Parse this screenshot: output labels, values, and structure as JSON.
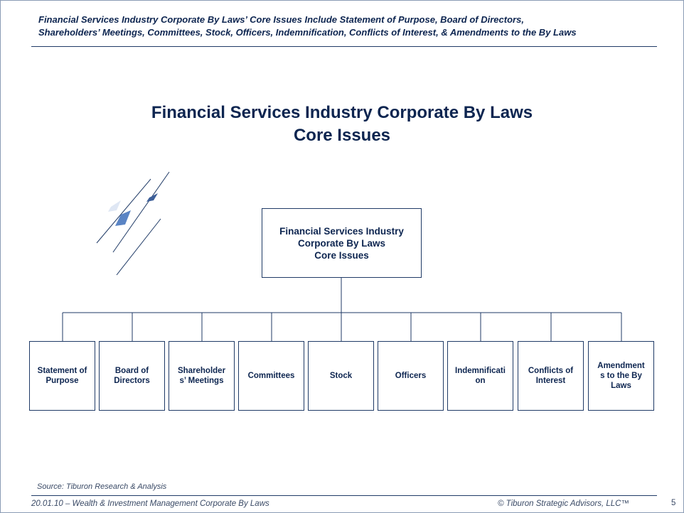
{
  "header": {
    "line1": "Financial Services Industry Corporate By Laws’ Core Issues Include  Statement of Purpose, Board of Directors,",
    "line2": "Shareholders’ Meetings, Committees, Stock, Officers, Indemnification, Conflicts of Interest,  & Amendments to the By Laws"
  },
  "title": {
    "line1": "Financial Services Industry Corporate By Laws",
    "line2": "Core Issues"
  },
  "root_box": {
    "text": "Financial Services Industry\nCorporate By Laws\nCore Issues"
  },
  "children": [
    {
      "label": "Statement of\nPurpose"
    },
    {
      "label": "Board of\nDirectors"
    },
    {
      "label": "Shareholder\ns’ Meetings"
    },
    {
      "label": "Committees"
    },
    {
      "label": "Stock"
    },
    {
      "label": "Officers"
    },
    {
      "label": "Indemnificati\non"
    },
    {
      "label": "Conflicts  of\nInterest"
    },
    {
      "label": "Amendment\ns to the By\nLaws"
    }
  ],
  "source": "Source:  Tiburon Research & Analysis",
  "footer": {
    "left": "20.01.10 – Wealth & Investment Management  Corporate  By Laws",
    "right": "© Tiburon Strategic Advisors, LLC™",
    "page": "5"
  },
  "colors": {
    "navy": "#0d2550",
    "box_border": "#1f3a66",
    "accent_blue": "#5a84c4"
  }
}
